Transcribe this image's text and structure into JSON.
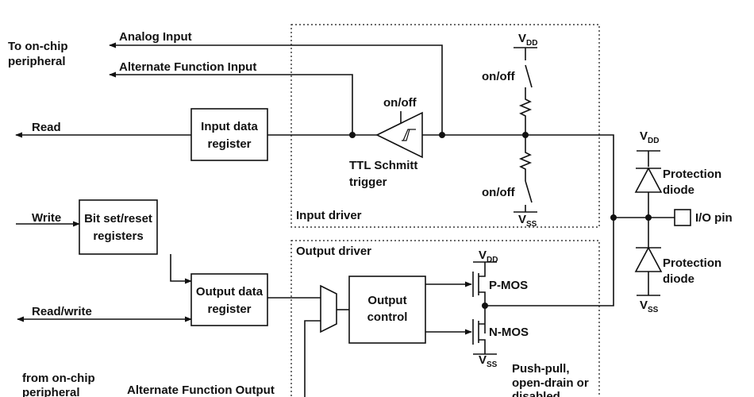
{
  "labels": {
    "to_onchip_1": "To on-chip",
    "to_onchip_2": "peripheral",
    "analog_input": "Analog Input",
    "alt_func_input": "Alternate Function Input",
    "read": "Read",
    "input_data_1": "Input data",
    "input_data_2": "register",
    "on_off_trigger": "on/off",
    "ttl_1": "TTL Schmitt",
    "ttl_2": "trigger",
    "input_driver": "Input driver",
    "vdd_top_main": "V",
    "vdd_top_sub": "DD",
    "on_off_upper": "on/off",
    "on_off_lower": "on/off",
    "vss_input_main": "V",
    "vss_input_sub": "SS",
    "vdd_prot_main": "V",
    "vdd_prot_sub": "DD",
    "protection_1a": "Protection",
    "protection_1b": "diode",
    "io_pin": "I/O pin",
    "protection_2a": "Protection",
    "protection_2b": "diode",
    "vss_prot_main": "V",
    "vss_prot_sub": "SS",
    "write": "Write",
    "bitset_1": "Bit set/reset",
    "bitset_2": "registers",
    "output_driver": "Output driver",
    "vdd_out_main": "V",
    "vdd_out_sub": "DD",
    "pmos": "P-MOS",
    "output_data_1": "Output data",
    "output_data_2": "register",
    "output_control_1": "Output",
    "output_control_2": "control",
    "nmos": "N-MOS",
    "read_write": "Read/write",
    "vss_out_main": "V",
    "vss_out_sub": "SS",
    "from_onchip_1": "from on-chip",
    "from_onchip_2": "peripheral",
    "alt_func_output": "Alternate Function Output",
    "push_pull_1": "Push-pull,",
    "push_pull_2": "open-drain or",
    "push_pull_3": "disabled"
  }
}
